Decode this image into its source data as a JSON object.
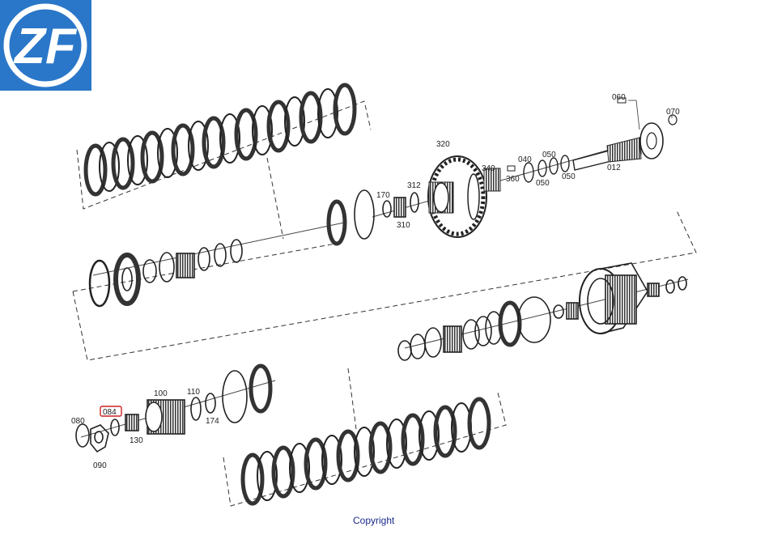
{
  "logo": {
    "text": "ZF"
  },
  "labels": {
    "p060": "060",
    "p070": "070",
    "p320": "320",
    "p040": "040",
    "p050a": "050",
    "p340": "340",
    "p360": "360",
    "p050b": "050",
    "p050c": "050",
    "p012": "012",
    "p170": "170",
    "p312": "312",
    "p310": "310",
    "p100": "100",
    "p110": "110",
    "p084": "084",
    "p080": "080",
    "p174": "174",
    "p130": "130",
    "p090": "090"
  },
  "highlighted_part": "084",
  "highlight_color": "#cc2222",
  "brand_color": "#2a77c9",
  "footer": {
    "copyright": "Copyright"
  }
}
